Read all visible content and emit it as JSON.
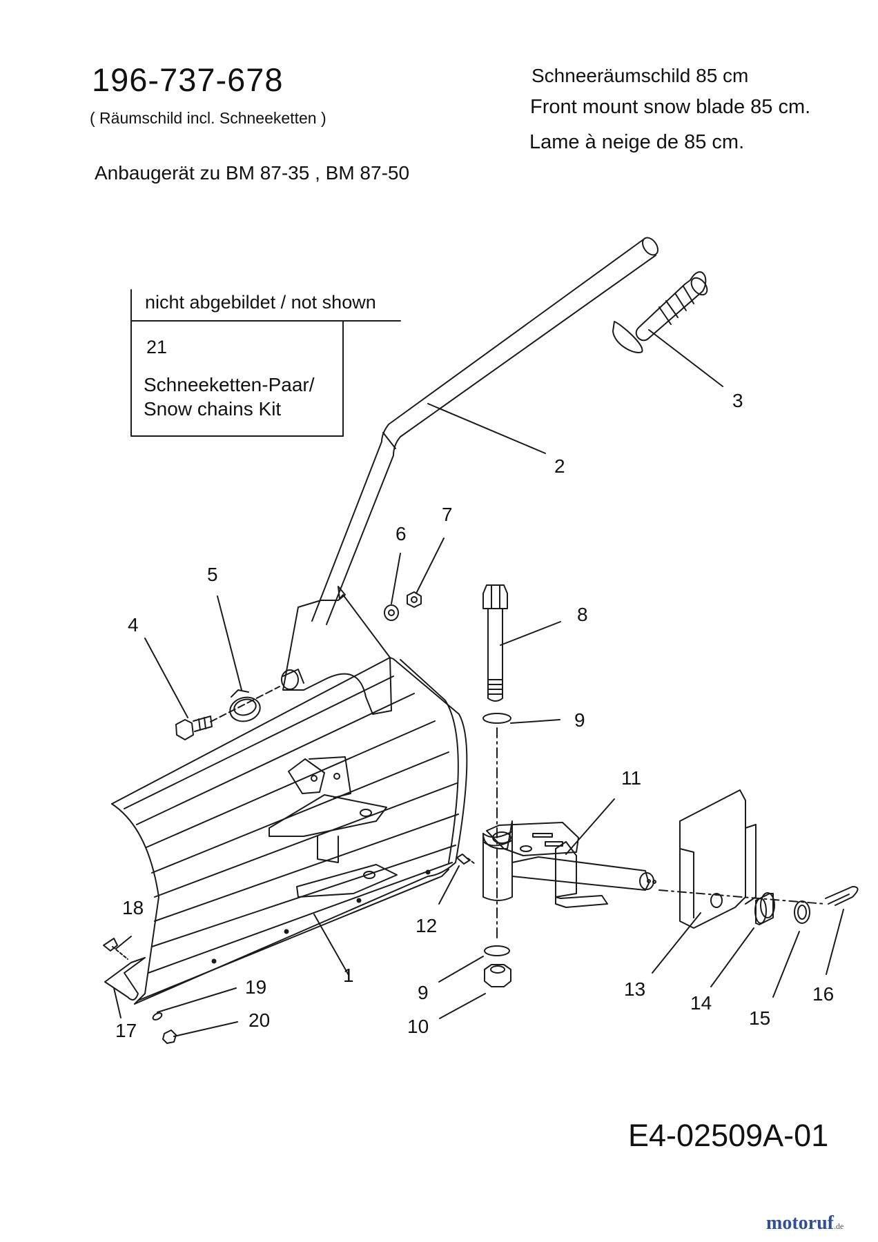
{
  "header": {
    "model_number": "196-737-678",
    "subtitle": "( Räumschild  incl. Schneeketten )",
    "fits": "Anbaugerät zu BM 87-35 , BM 87-50",
    "title_de": "Schneeräumschild 85 cm",
    "title_en": "Front mount snow blade 85 cm.",
    "title_fr": "Lame à neige de 85 cm."
  },
  "not_shown": {
    "header": "nicht abgebildet / not shown",
    "part_number": "21",
    "description_line1": "Schneeketten-Paar/",
    "description_line2": "Snow chains Kit"
  },
  "callouts": {
    "n1": "1",
    "n2": "2",
    "n3": "3",
    "n4": "4",
    "n5": "5",
    "n6": "6",
    "n7": "7",
    "n8": "8",
    "n9a": "9",
    "n9b": "9",
    "n10": "10",
    "n11": "11",
    "n12": "12",
    "n13": "13",
    "n14": "14",
    "n15": "15",
    "n16": "16",
    "n17": "17",
    "n18": "18",
    "n19": "19",
    "n20": "20"
  },
  "drawing_code": "E4-02509A-01",
  "watermark": {
    "main": "motoruf",
    "tld": ".de"
  }
}
